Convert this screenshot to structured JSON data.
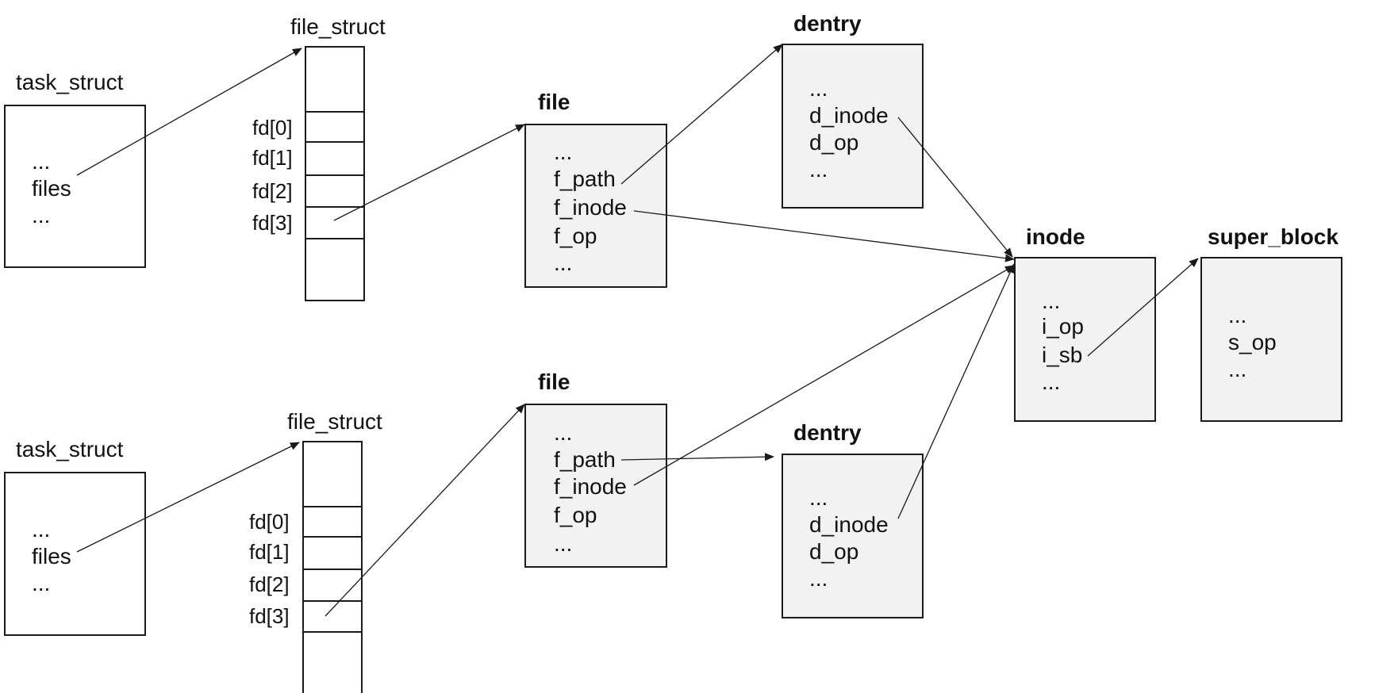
{
  "labels": {
    "task_struct": "task_struct",
    "file_struct": "file_struct",
    "file": "file",
    "dentry": "dentry",
    "inode": "inode",
    "super_block": "super_block"
  },
  "fd_slots": [
    "fd[0]",
    "fd[1]",
    "fd[2]",
    "fd[3]"
  ],
  "task_struct_fields": [
    "...",
    "files",
    "..."
  ],
  "file_fields": [
    "...",
    "f_path",
    "f_inode",
    "f_op",
    "..."
  ],
  "dentry_fields": [
    "...",
    "d_inode",
    "d_op",
    "..."
  ],
  "inode_fields": [
    "...",
    "i_op",
    "i_sb",
    "..."
  ],
  "super_block_fields": [
    "...",
    "s_op",
    "..."
  ]
}
